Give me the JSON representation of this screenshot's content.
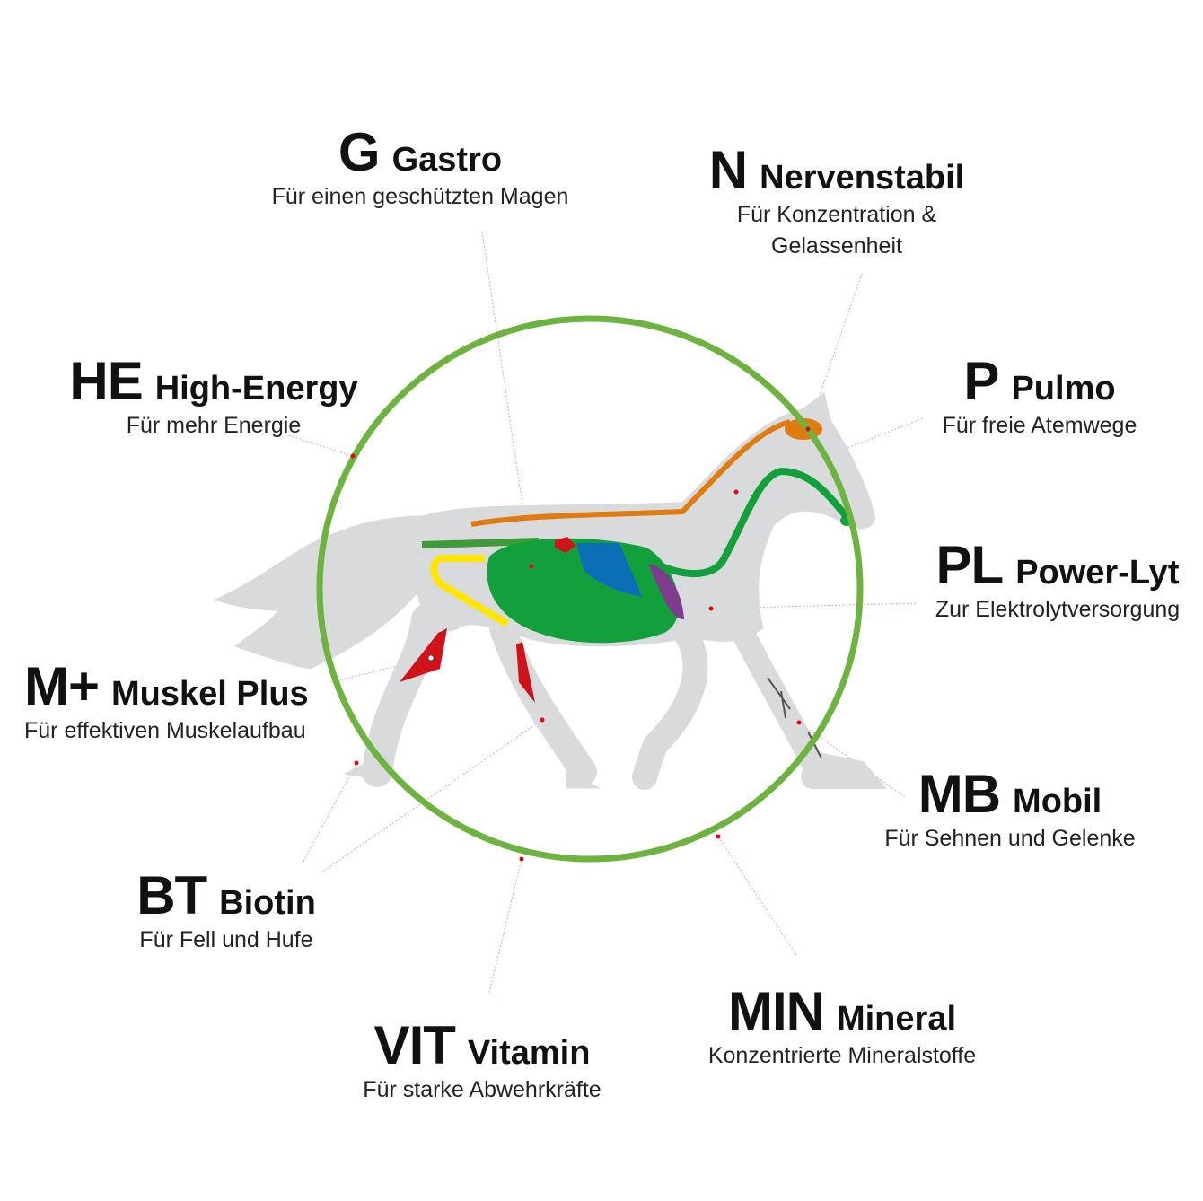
{
  "colors": {
    "ring": "#6cb33f",
    "horse": "#d9dadb",
    "marker": "#e30613",
    "stomach": "#12a03c",
    "blue": "#0b6fb8",
    "purple": "#7d3c8c",
    "orange": "#e07b10",
    "yellow": "#ffe500",
    "muscle": "#d0121b"
  },
  "products": [
    {
      "code": "G",
      "name": "Gastro",
      "desc": [
        "Für einen geschützten Magen"
      ]
    },
    {
      "code": "N",
      "name": "Nervenstabil",
      "desc": [
        "Für Konzentration &",
        "Gelassenheit"
      ]
    },
    {
      "code": "HE",
      "name": "High-Energy",
      "desc": [
        "Für mehr Energie"
      ]
    },
    {
      "code": "P",
      "name": "Pulmo",
      "desc": [
        "Für freie Atemwege"
      ]
    },
    {
      "code": "PL",
      "name": "Power-Lyt",
      "desc": [
        "Zur Elektrolytversorgung"
      ]
    },
    {
      "code": "M+",
      "name": "Muskel Plus",
      "desc": [
        "Für effektiven Muskelaufbau"
      ]
    },
    {
      "code": "MB",
      "name": "Mobil",
      "desc": [
        "Für Sehnen und Gelenke"
      ]
    },
    {
      "code": "BT",
      "name": "Biotin",
      "desc": [
        "Für Fell und Hufe"
      ]
    },
    {
      "code": "MIN",
      "name": "Mineral",
      "desc": [
        "Konzentrierte Mineralstoffe"
      ]
    },
    {
      "code": "VIT",
      "name": "Vitamin",
      "desc": [
        "Für starke Abwehrkräfte"
      ]
    }
  ]
}
